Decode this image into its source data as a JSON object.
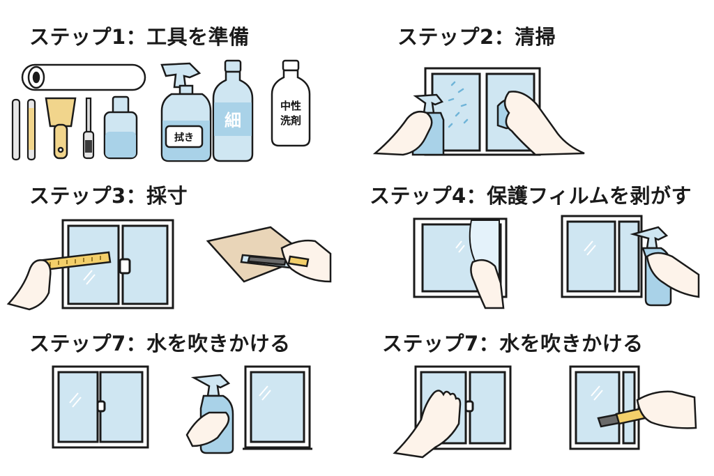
{
  "steps": [
    {
      "title": "ステップ1：工具を準備"
    },
    {
      "title": "ステップ2：清掃"
    },
    {
      "title": "ステップ3：採寸"
    },
    {
      "title": "ステップ4：保護フィルムを剥がす"
    },
    {
      "title": "ステップ7：水を吹きかける"
    },
    {
      "title": "ステップ7：水を吹きかける"
    }
  ],
  "bottle_labels": {
    "spray": "拭き",
    "middle": "細",
    "right_line1": "中性",
    "right_line2": "洗剤"
  },
  "colors": {
    "glass": "#cfe6f2",
    "liquid": "#a9d2e8",
    "outline": "#1a1a1a",
    "skin": "#fdf3ea",
    "tape": "#f3cf6a",
    "film": "#e9d5b8",
    "wood": "#f1d58c"
  }
}
